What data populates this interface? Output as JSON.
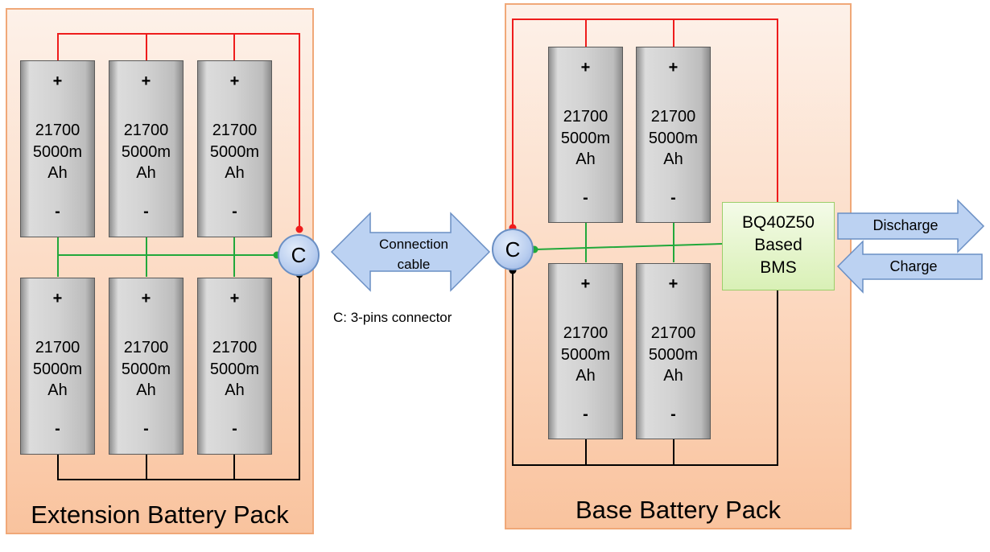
{
  "extension_pack": {
    "label": "Extension Battery Pack",
    "cells": [
      {
        "plus": "+",
        "spec": "21700\n5000m\nAh",
        "minus": "-"
      },
      {
        "plus": "+",
        "spec": "21700\n5000m\nAh",
        "minus": "-"
      },
      {
        "plus": "+",
        "spec": "21700\n5000m\nAh",
        "minus": "-"
      },
      {
        "plus": "+",
        "spec": "21700\n5000m\nAh",
        "minus": "-"
      },
      {
        "plus": "+",
        "spec": "21700\n5000m\nAh",
        "minus": "-"
      },
      {
        "plus": "+",
        "spec": "21700\n5000m\nAh",
        "minus": "-"
      }
    ],
    "connector_label": "C"
  },
  "base_pack": {
    "label": "Base Battery Pack",
    "cells": [
      {
        "plus": "+",
        "spec": "21700\n5000m\nAh",
        "minus": "-"
      },
      {
        "plus": "+",
        "spec": "21700\n5000m\nAh",
        "minus": "-"
      },
      {
        "plus": "+",
        "spec": "21700\n5000m\nAh",
        "minus": "-"
      },
      {
        "plus": "+",
        "spec": "21700\n5000m\nAh",
        "minus": "-"
      }
    ],
    "connector_label": "C"
  },
  "connection_cable": {
    "line1": "Connection",
    "line2": "cable"
  },
  "connector_note": "C: 3-pins connector",
  "bms": {
    "line1": "BQ40Z50",
    "line2": "Based",
    "line3": "BMS"
  },
  "discharge_label": "Discharge",
  "charge_label": "Charge",
  "colors": {
    "positive_wire": "#ee1c1c",
    "balance_wire": "#21a83b",
    "negative_wire": "#000000",
    "arrow_fill": "#bcd2f2",
    "arrow_stroke": "#6a8fc4",
    "pack_border": "#f0a878",
    "bms_fill": "#e4f5cc"
  }
}
